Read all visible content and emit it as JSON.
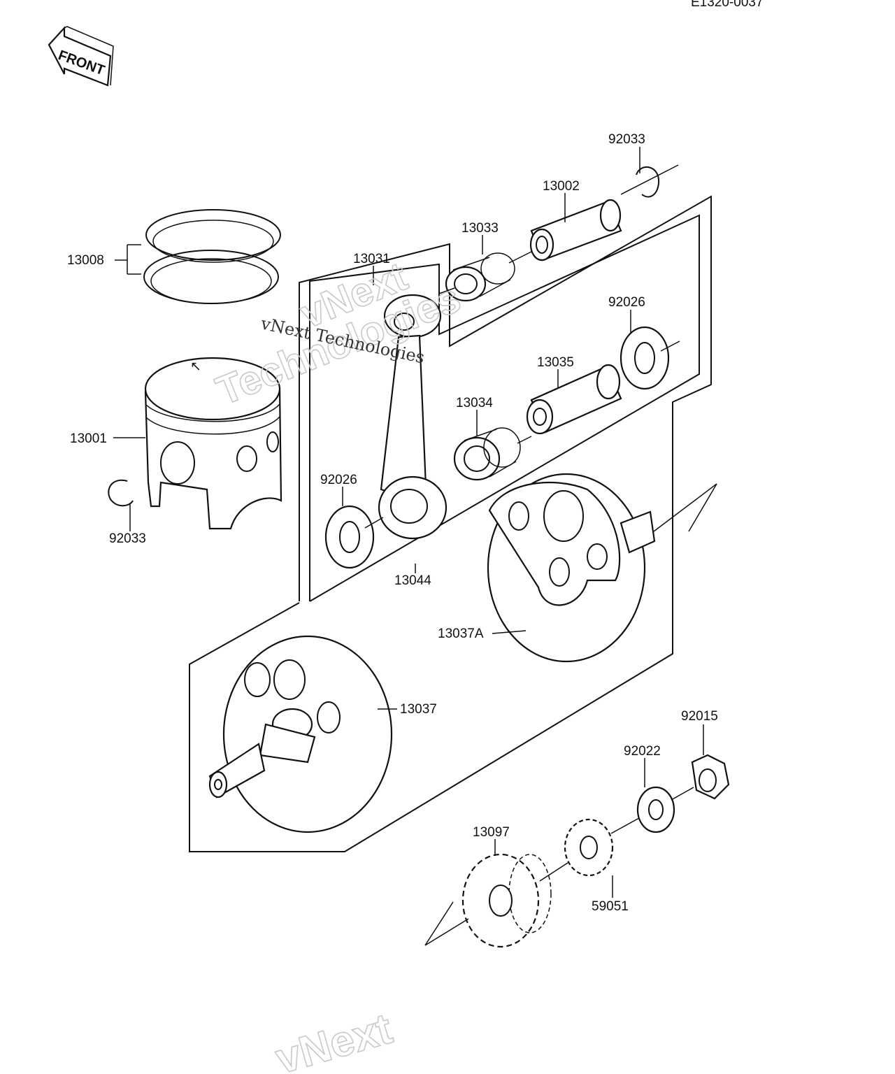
{
  "doc_code": "E1320-0037",
  "front_label": "FRONT",
  "watermark": {
    "line1": "vNext",
    "line2": "Technologies",
    "serif": "vNext Technologies",
    "bottom": "vNext"
  },
  "callouts": {
    "c92033_top": "92033",
    "c13002": "13002",
    "c13033": "13033",
    "c13031": "13031",
    "c13008": "13008",
    "c92026_right": "92026",
    "c13035": "13035",
    "c13034": "13034",
    "c13001": "13001",
    "c92026_left": "92026",
    "c92033_left": "92033",
    "c13044": "13044",
    "c13037A": "13037A",
    "c13037": "13037",
    "c92015": "92015",
    "c92022": "92022",
    "c13097": "13097",
    "c59051": "59051"
  }
}
